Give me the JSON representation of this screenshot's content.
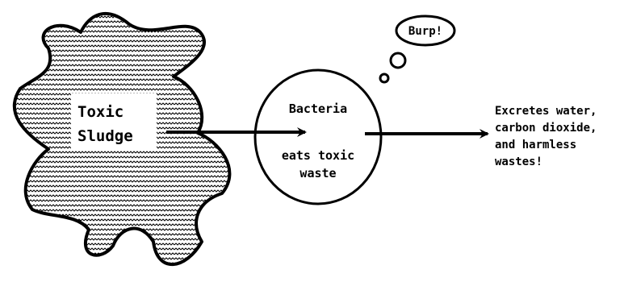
{
  "sludge": {
    "line1": "Toxic",
    "line2": "Sludge"
  },
  "bacteria": {
    "title": "Bacteria",
    "line1": "eats toxic",
    "line2": "waste"
  },
  "thought": {
    "text": "Burp!"
  },
  "output": {
    "line1": "Excretes water,",
    "line2": "carbon dioxide,",
    "line3": "and harmless",
    "line4": "wastes!"
  },
  "colors": {
    "ink": "#000000",
    "paper": "#ffffff"
  }
}
